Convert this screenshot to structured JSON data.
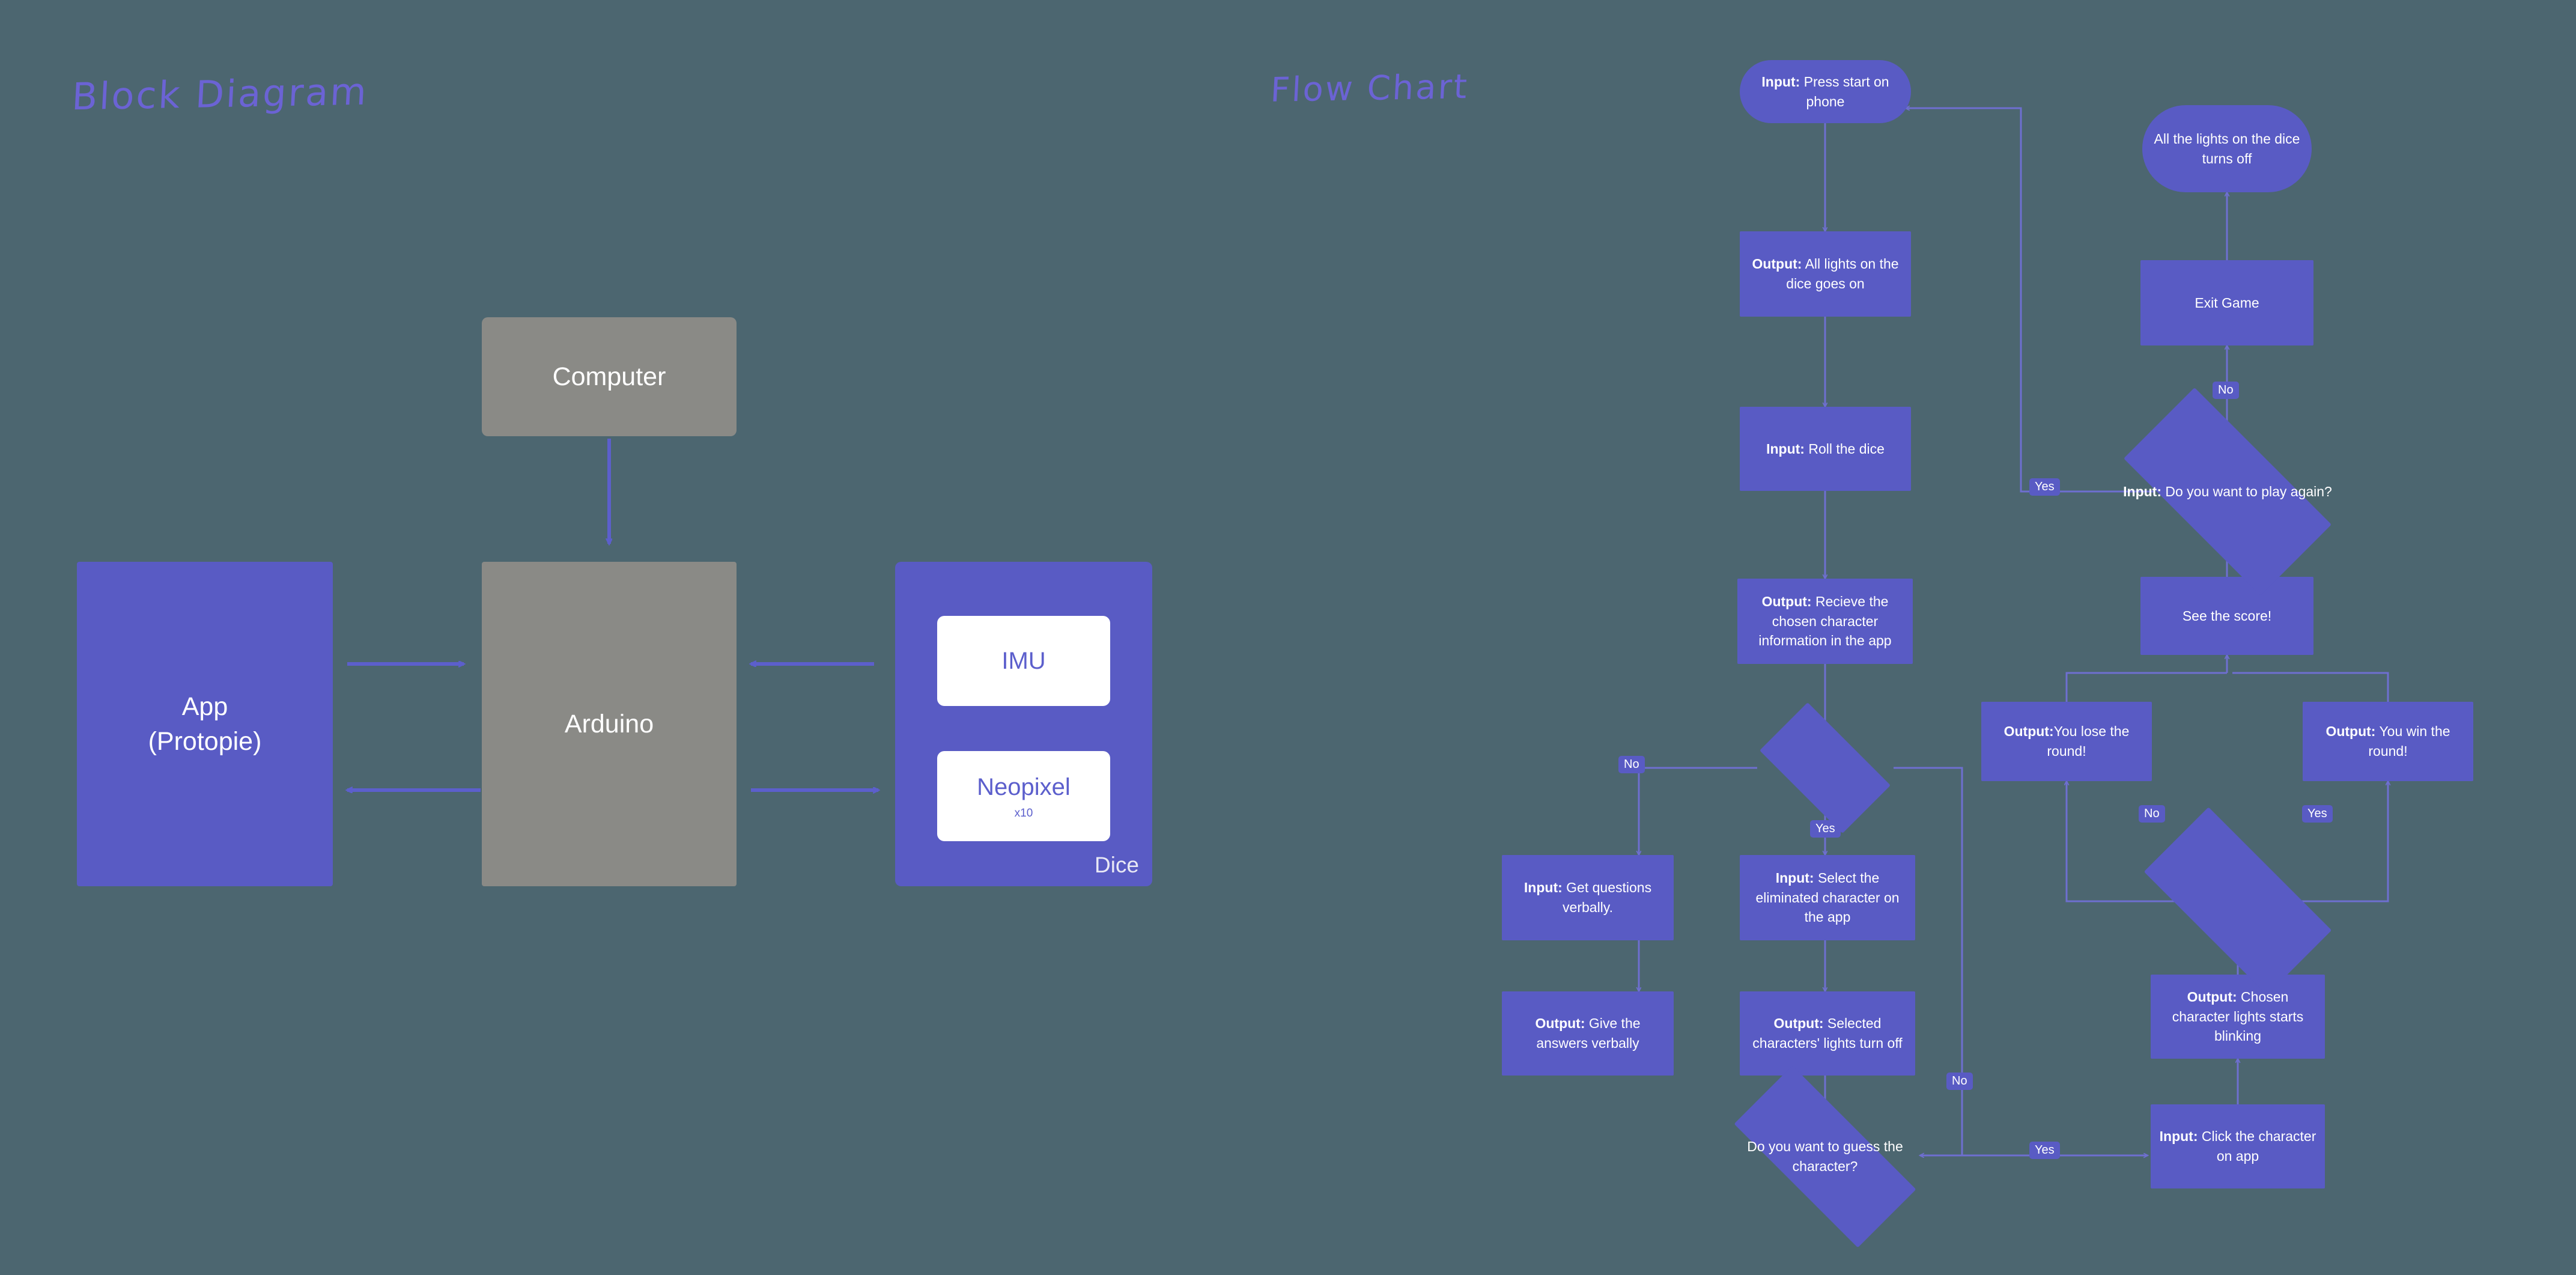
{
  "page": {
    "background_color": "#4c6670",
    "accent_purple": "#595bc4",
    "gray": "#8a8a86",
    "white": "#ffffff"
  },
  "titles": {
    "block_diagram": "Block Diagram",
    "flow_chart": "Flow Chart"
  },
  "block_diagram": {
    "computer": "Computer",
    "app_line1": "App",
    "app_line2": "(Protopie)",
    "arduino": "Arduino",
    "dice_label": "Dice",
    "imu": "IMU",
    "neopixel": "Neopixel",
    "neopixel_count": "x10"
  },
  "flow_chart": {
    "nodes": {
      "press_start_prefix": "Input:",
      "press_start_text": " Press start on phone",
      "all_lights_on_prefix": "Output:",
      "all_lights_on_text": " All lights on the dice goes on",
      "roll_dice_prefix": "Input:",
      "roll_dice_text": " Roll the dice",
      "recieve_char_prefix": "Output:",
      "recieve_char_text": " Recieve the chosen character information in the app",
      "get_questions_prefix": "Input:",
      "get_questions_text": " Get questions verbally.",
      "give_answers_prefix": "Output:",
      "give_answers_text": " Give the answers verbally",
      "select_eliminated_prefix": "Input:",
      "select_eliminated_text": " Select the eliminated character on the app",
      "selected_lights_off_prefix": "Output:",
      "selected_lights_off_text": " Selected characters' lights turn off",
      "guess_character": "Do you want to guess the character?",
      "click_character_prefix": "Input:",
      "click_character_text": " Click the character on app",
      "chosen_blinking_prefix": "Output:",
      "chosen_blinking_text": " Chosen character lights starts blinking",
      "you_lose_prefix": "Output:",
      "you_lose_text": "You lose the round!",
      "you_win_prefix": "Output:",
      "you_win_text": " You win the round!",
      "see_the_score": "See the score!",
      "play_again_prefix": "Input:",
      "play_again_text": " Do you want to play again?",
      "exit_game": "Exit Game",
      "all_lights_off": "All the lights on the dice turns off",
      "unlabeled_decision_1": "",
      "unlabeled_decision_2": ""
    },
    "edge_labels": {
      "no_eliminate": "No",
      "yes_eliminate": "Yes",
      "no_guess": "No",
      "yes_guess": "Yes",
      "no_win": "No",
      "yes_win": "Yes",
      "no_play_again": "No",
      "yes_play_again": "Yes"
    }
  }
}
